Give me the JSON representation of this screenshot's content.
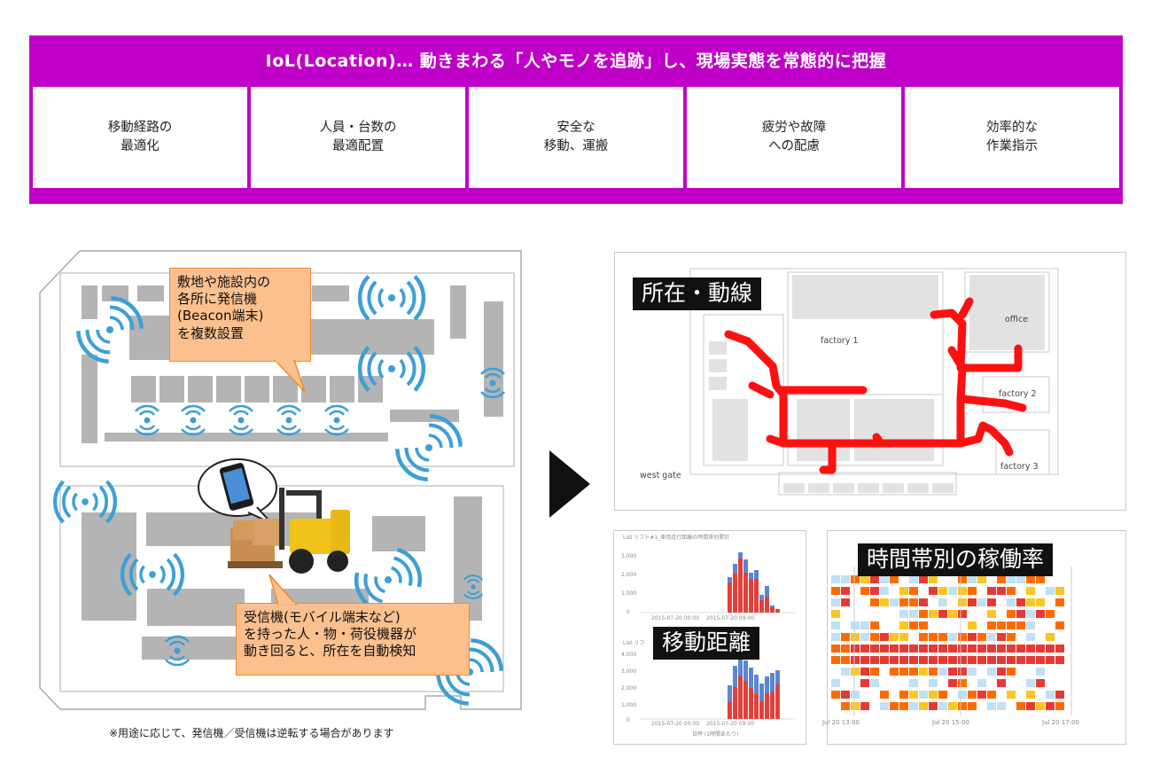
{
  "banner": {
    "title": "IoL(Location)… 動きまわる「人やモノを追跡」し、現場実態を常態的に把握",
    "items": [
      {
        "label": "移動経路の\n最適化"
      },
      {
        "label": "人員・台数の\n最適配置"
      },
      {
        "label": "安全な\n移動、運搬"
      },
      {
        "label": "疲労や故障\nへの配慮"
      },
      {
        "label": "効率的な\n作業指示"
      }
    ]
  },
  "colors": {
    "banner": "#c000c8",
    "callout_bg": "#fbc08d",
    "callout_border": "#f08a2a",
    "beacon": "#4aa8d8",
    "route": "#ff1010"
  },
  "floorplan": {
    "callout_top": "敷地や施設内の\n各所に発信機\n(Beacon端末)\nを複数設置",
    "callout_bottom": "受信機(モバイル端末など)\nを持った人・物・荷役機器が\n動き回ると、所在を自動検知",
    "note": "※用途に応じて、発信機／受信機は逆転する場合があります"
  },
  "route_panel": {
    "label": "所在・動線",
    "rooms": {
      "office": "office",
      "factory1": "factory 1",
      "factory2": "factory 2",
      "factory3": "factory 3",
      "west_gate": "west gate"
    }
  },
  "distance_panel": {
    "label": "移動距離",
    "title_top": "List  リフト#1_車両走行距離の時間帯別累計",
    "title_bottom": "List  リフ",
    "y_ticks_top": [
      "3,000",
      "2,000",
      "1,000",
      "0"
    ],
    "y_ticks_bottom": [
      "4,000",
      "3,000",
      "2,000",
      "1,000",
      "0"
    ],
    "x_ticks": [
      "2015-07-20 00:00",
      "2015-07-20 09:00"
    ],
    "x_label": "日時 (1時間あたり)"
  },
  "utilization_panel": {
    "label": "時間帯別の稼働率",
    "x_ticks": [
      "Jul 20 13:00",
      "Jul 20 15:00",
      "Jul 20 17:00"
    ]
  },
  "icons": [
    "beacon-icon",
    "smartphone-icon",
    "forklift-icon",
    "arrow-right-icon"
  ]
}
